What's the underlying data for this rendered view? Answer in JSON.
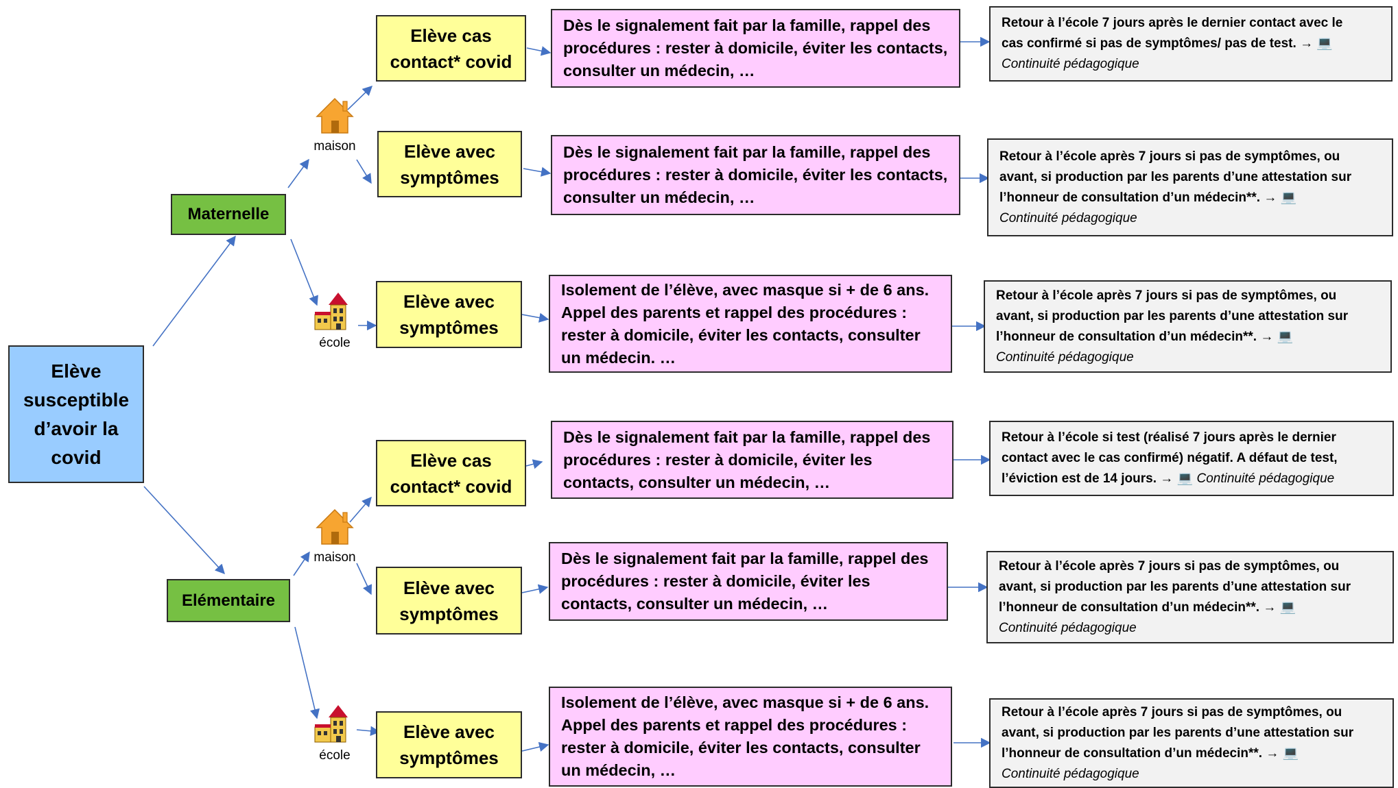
{
  "root": {
    "lines": [
      "Elève",
      "susceptible",
      "d’avoir la",
      "covid"
    ]
  },
  "levels": [
    "Maternelle",
    "Elémentaire"
  ],
  "locations": {
    "home": "maison",
    "school": "école"
  },
  "cases": [
    {
      "lines": [
        "Elève cas",
        "contact* covid"
      ]
    },
    {
      "lines": [
        "Elève avec",
        "symptômes"
      ]
    },
    {
      "lines": [
        "Elève avec",
        "symptômes"
      ]
    },
    {
      "lines": [
        "Elève cas",
        "contact* covid"
      ]
    },
    {
      "lines": [
        "Elève avec",
        "symptômes"
      ]
    },
    {
      "lines": [
        "Elève avec",
        "symptômes"
      ]
    }
  ],
  "procedures": [
    {
      "lines": [
        "Dès le signalement fait par la famille, rappel des",
        "procédures : rester à domicile, éviter les contacts,",
        "consulter un médecin, …"
      ]
    },
    {
      "lines": [
        "Dès le signalement fait par la famille, rappel des",
        "procédures : rester à domicile, éviter les contacts,",
        "consulter un médecin, …"
      ]
    },
    {
      "lines": [
        "Isolement de l’élève, avec masque si + de 6 ans.",
        "Appel des parents et rappel des procédures :",
        "rester à domicile, éviter les contacts, consulter",
        "un médecin. …"
      ]
    },
    {
      "lines": [
        "Dès le signalement fait par la famille, rappel des",
        "procédures : rester à domicile, éviter les",
        "contacts, consulter un médecin, …"
      ]
    },
    {
      "lines": [
        "Dès le signalement fait par la famille, rappel des",
        "procédures : rester à domicile, éviter les",
        "contacts, consulter un médecin, …"
      ]
    },
    {
      "lines": [
        "Isolement de l’élève, avec masque si + de 6 ans.",
        "Appel des parents et rappel des procédures :",
        "rester à domicile, éviter les contacts, consulter",
        "un médecin, …"
      ]
    }
  ],
  "returns": [
    {
      "lines": [
        "Retour à l’école 7 jours après le dernier contact avec le",
        "cas confirmé si pas de symptômes/ pas de test."
      ],
      "suffix": "Continuité pédagogique"
    },
    {
      "lines": [
        "Retour à l’école après 7 jours si pas de symptômes, ou",
        "avant, si production par les parents d’une attestation sur",
        "l’honneur de consultation d’un médecin**."
      ],
      "suffix": "Continuité pédagogique"
    },
    {
      "lines": [
        "Retour à l’école après 7 jours si pas de symptômes, ou",
        "avant, si production par les parents d’une attestation sur",
        "l’honneur de consultation d’un médecin**."
      ],
      "suffix": "Continuité pédagogique"
    },
    {
      "lines": [
        "Retour à l’école si test (réalisé 7 jours après le dernier",
        "contact avec le cas confirmé) négatif. A défaut de test,",
        "l’éviction est de 14 jours."
      ],
      "suffix": "Continuité pédagogique"
    },
    {
      "lines": [
        "Retour à l’école après 7 jours si pas de symptômes, ou",
        "avant, si production par les parents d’une attestation sur",
        "l’honneur de consultation d’un médecin**."
      ],
      "suffix": "Continuité pédagogique"
    },
    {
      "lines": [
        "Retour à l’école après 7 jours si pas de symptômes, ou",
        "avant, si production par les parents d’une attestation sur",
        "l’honneur de consultation d’un médecin**."
      ],
      "suffix": "Continuité pédagogique"
    }
  ],
  "glyphs": {
    "arrow": "→",
    "laptop": "💻"
  },
  "colors": {
    "root": "#99ccff",
    "level": "#76c043",
    "case": "#ffff99",
    "procedure": "#ffccff",
    "return": "#f2f2f2",
    "connector": "#4472c4",
    "house": "#f7a531",
    "school": "#c8102e"
  }
}
